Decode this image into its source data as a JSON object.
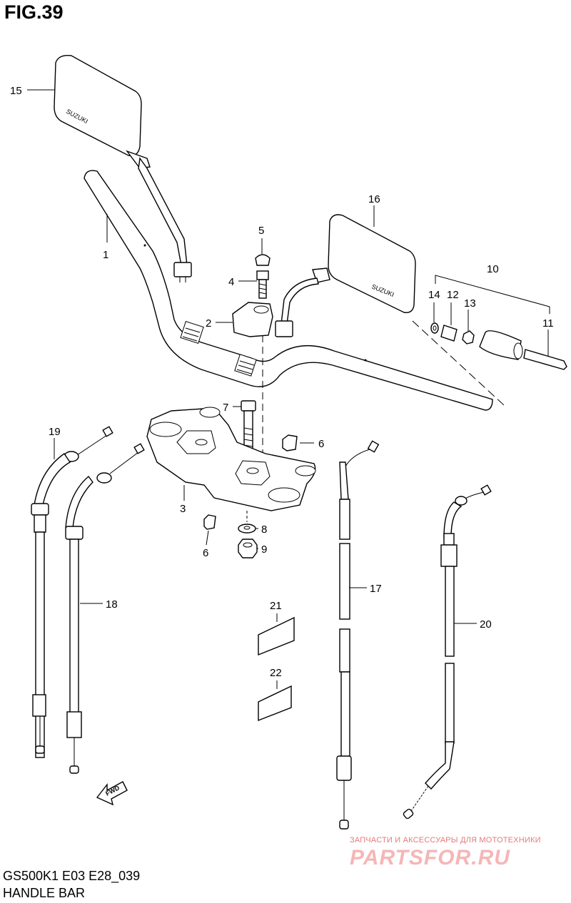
{
  "figure": {
    "title": "FIG.39",
    "model": "GS500K1  E03  E28_039",
    "section": "HANDLE BAR"
  },
  "watermark": {
    "tagline": "ЗАПЧАСТИ И АКСЕССУАРЫ ДЛЯ МОТОТЕХНИКИ",
    "logo": "PARTSFOR.RU"
  },
  "mirror_brand": "SUZUKI",
  "fwd_label": "FWD",
  "callouts": [
    "1",
    "2",
    "3",
    "4",
    "5",
    "6",
    "6",
    "7",
    "8",
    "9",
    "10",
    "11",
    "12",
    "13",
    "14",
    "15",
    "16",
    "17",
    "18",
    "19",
    "20",
    "21",
    "22"
  ]
}
